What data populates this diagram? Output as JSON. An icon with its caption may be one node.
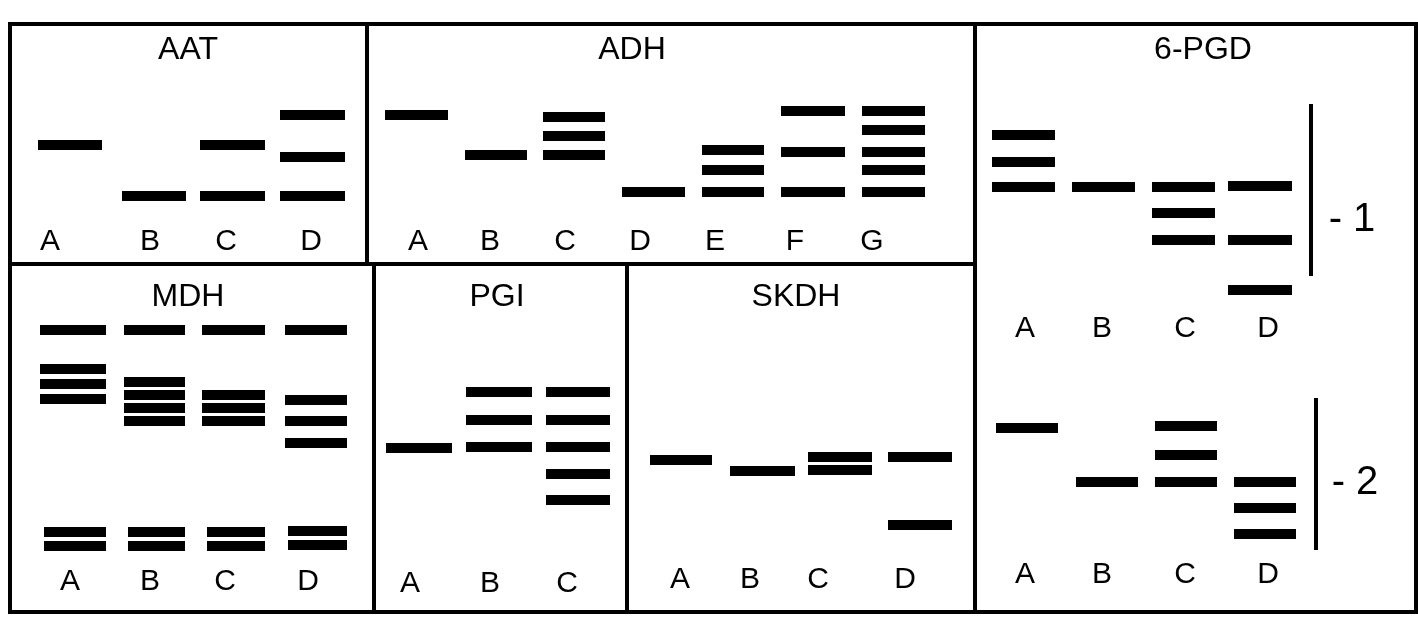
{
  "diagram": {
    "nodes": [
      {
        "text": [
          "AAT",
          "A",
          "B",
          "C",
          "D"
        ]
      },
      {
        "text": [
          "ADH",
          "A",
          "B",
          "C",
          "D",
          "E",
          "F",
          "G"
        ]
      },
      {
        "text": [
          "6-PGD",
          "A",
          "B",
          "C",
          "D",
          "- 1",
          "A",
          "B",
          "C",
          "D",
          "- 2"
        ]
      },
      {
        "text": [
          "MDH",
          "A",
          "B",
          "C",
          "D"
        ]
      },
      {
        "text": [
          "PGI",
          "A",
          "B",
          "C"
        ]
      },
      {
        "text": [
          "SKDH",
          "A",
          "B",
          "C",
          "D"
        ]
      }
    ],
    "edges": []
  }
}
